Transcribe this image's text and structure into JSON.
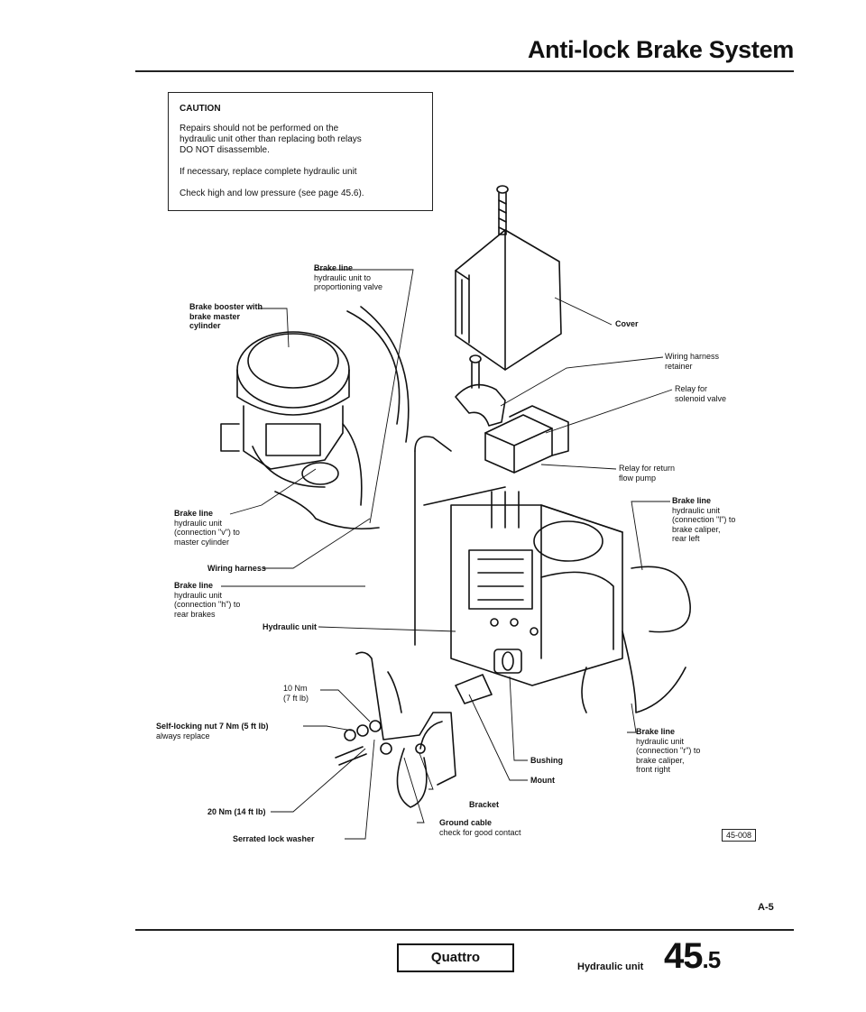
{
  "header": {
    "title": "Anti-lock Brake System"
  },
  "caution": {
    "heading": "CAUTION",
    "line1": "Repairs should not be performed on the",
    "line2": "hydraulic unit other than replacing both relays",
    "line3": "DO NOT disassemble.",
    "line4": "If necessary, replace complete hydraulic unit",
    "line5": "Check high and low pressure (see page 45.6)."
  },
  "labels": {
    "brake_line_prop": {
      "title": "Brake line",
      "sub1": "hydraulic unit to",
      "sub2": "proportioning valve"
    },
    "brake_booster": {
      "title1": "Brake booster with",
      "title2": "brake master",
      "title3": "cylinder"
    },
    "cover": {
      "title": "Cover"
    },
    "wiring_retainer": {
      "title1": "Wiring harness",
      "title2": "retainer"
    },
    "relay_solenoid": {
      "title1": "Relay for",
      "title2": "solenoid valve"
    },
    "relay_return": {
      "title1": "Relay for return",
      "title2": "flow pump"
    },
    "brake_line_rear_left": {
      "title": "Brake line",
      "sub1": "hydraulic unit",
      "sub2": "(connection \"l\") to",
      "sub3": "brake caliper,",
      "sub4": "rear left"
    },
    "brake_line_master": {
      "title": "Brake line",
      "sub1": "hydraulic unit",
      "sub2": "(connection \"v\") to",
      "sub3": "master cylinder"
    },
    "wiring_harness": {
      "title": "Wiring harness"
    },
    "brake_line_rear": {
      "title": "Brake line",
      "sub1": "hydraulic unit",
      "sub2": "(connection \"h\") to",
      "sub3": "rear brakes"
    },
    "hydraulic_unit": {
      "title": "Hydraulic unit"
    },
    "torque_10": {
      "title1": "10 Nm",
      "title2": "(7 ft lb)"
    },
    "self_locking_nut": {
      "title": "Self-locking nut 7 Nm (5 ft lb)",
      "sub1": "always replace"
    },
    "brake_line_front_right": {
      "title": "Brake line",
      "sub1": "hydraulic unit",
      "sub2": "(connection \"r\") to",
      "sub3": "brake caliper,",
      "sub4": "front right"
    },
    "bushing": {
      "title": "Bushing"
    },
    "mount": {
      "title": "Mount"
    },
    "bracket": {
      "title": "Bracket"
    },
    "torque_20": {
      "title": "20 Nm (14 ft lb)"
    },
    "serrated_washer": {
      "title": "Serrated lock washer"
    },
    "ground_cable": {
      "title": "Ground cable",
      "sub1": "check for good contact"
    }
  },
  "figure_code": "45-008",
  "page_ref": "A-5",
  "footer": {
    "model": "Quattro",
    "section_label": "Hydraulic unit",
    "section_major": "45",
    "section_minor": ".5"
  }
}
